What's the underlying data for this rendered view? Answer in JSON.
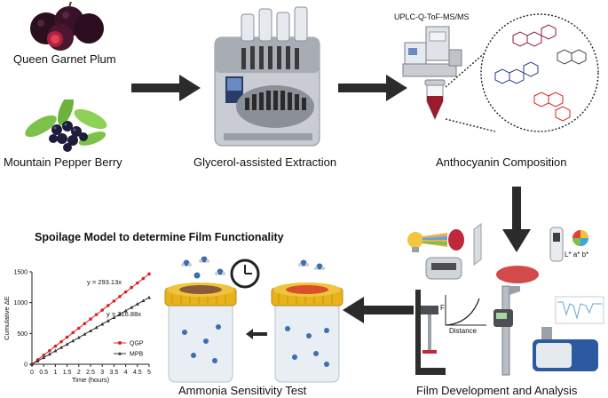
{
  "labels": {
    "plum": "Queen Garnet Plum",
    "berry": "Mountain Pepper Berry",
    "extraction": "Glycerol-assisted Extraction",
    "uplc": "UPLC-Q-ToF-MS/MS",
    "composition": "Anthocyanin Composition",
    "spoilage_title": "Spoilage Model to determine Film Functionality",
    "ammonia": "Ammonia Sensitivity Test",
    "film": "Film Development and Analysis",
    "lab": "L* a* b*",
    "force": "F",
    "distance": "Distance"
  },
  "colors": {
    "arrow": "#2b2b2b",
    "qgp": "#d9221f",
    "mpb": "#333333",
    "film_red": "#d24a4a",
    "lid_yellow": "#e8b21c"
  },
  "chart_data": {
    "type": "scatter",
    "title": "",
    "xlabel": "Time (hours)",
    "ylabel": "Cumulative ΔE",
    "xlim": [
      0,
      5
    ],
    "ylim": [
      0,
      1500
    ],
    "xticks": [
      "0",
      "0.5",
      "1",
      "1.5",
      "2",
      "2.5",
      "3",
      "3.5",
      "4",
      "4.5",
      "5"
    ],
    "yticks": [
      "0",
      "500",
      "1000",
      "1500"
    ],
    "legend": "bottom-right",
    "series": [
      {
        "name": "QGP",
        "slope": 293.13,
        "equation": "y = 293.13x",
        "x": [
          0,
          0.25,
          0.5,
          0.75,
          1,
          1.25,
          1.5,
          1.75,
          2,
          2.25,
          2.5,
          2.75,
          3,
          3.25,
          3.5,
          3.75,
          4,
          4.25,
          4.5,
          4.75,
          5
        ],
        "y": [
          0,
          73,
          147,
          220,
          293,
          366,
          440,
          513,
          586,
          660,
          733,
          806,
          879,
          953,
          1026,
          1099,
          1173,
          1246,
          1319,
          1392,
          1466
        ]
      },
      {
        "name": "MPB",
        "slope": 216.88,
        "equation": "y = 216.88x",
        "x": [
          0,
          0.25,
          0.5,
          0.75,
          1,
          1.25,
          1.5,
          1.75,
          2,
          2.25,
          2.5,
          2.75,
          3,
          3.25,
          3.5,
          3.75,
          4,
          4.25,
          4.5,
          4.75,
          5
        ],
        "y": [
          0,
          54,
          108,
          163,
          217,
          271,
          325,
          380,
          434,
          488,
          542,
          596,
          651,
          705,
          759,
          813,
          868,
          922,
          976,
          1030,
          1084
        ]
      }
    ]
  }
}
